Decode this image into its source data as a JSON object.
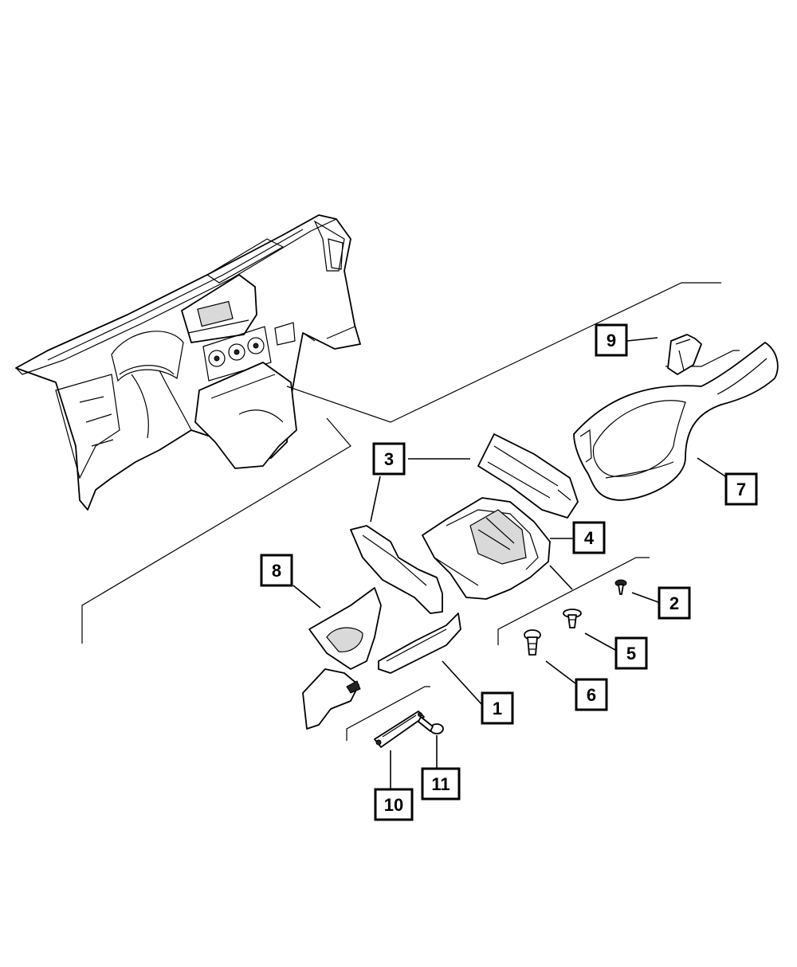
{
  "callouts": [
    {
      "id": "c1",
      "label": "1"
    },
    {
      "id": "c2",
      "label": "2"
    },
    {
      "id": "c3",
      "label": "3"
    },
    {
      "id": "c4",
      "label": "4"
    },
    {
      "id": "c5",
      "label": "5"
    },
    {
      "id": "c6",
      "label": "6"
    },
    {
      "id": "c7",
      "label": "7"
    },
    {
      "id": "c8",
      "label": "8"
    },
    {
      "id": "c9",
      "label": "9"
    },
    {
      "id": "c10",
      "label": "10"
    },
    {
      "id": "c11",
      "label": "11"
    }
  ],
  "colors": {
    "line": "#000000",
    "background": "#ffffff",
    "shade": "#d9d9d9"
  }
}
